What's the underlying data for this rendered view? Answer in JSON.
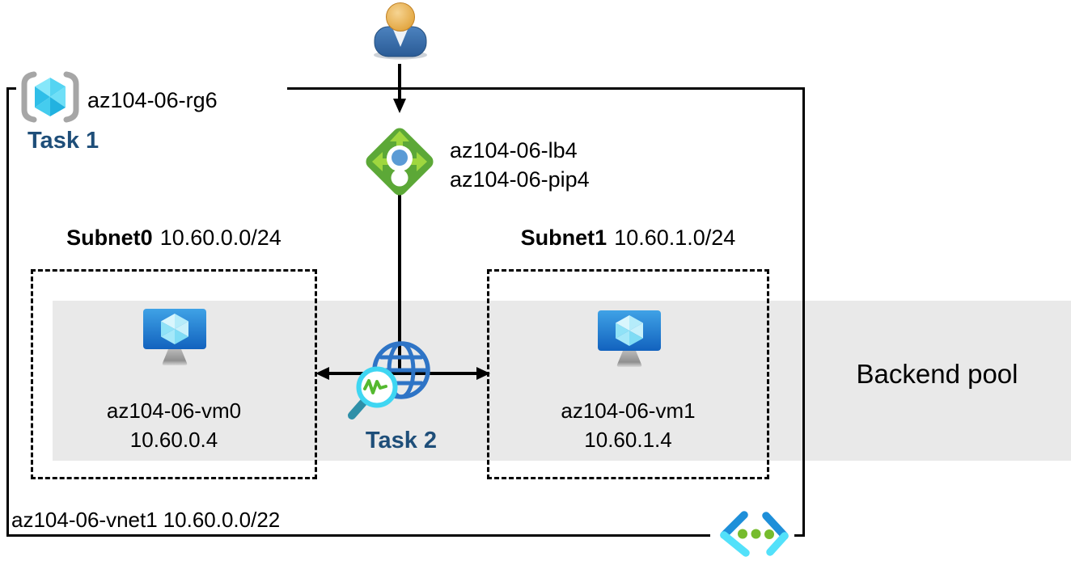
{
  "resource_group": {
    "name": "az104-06-rg6",
    "task_label": "Task 1"
  },
  "load_balancer": {
    "name": "az104-06-lb4",
    "public_ip": "az104-06-pip4"
  },
  "subnets": [
    {
      "name": "Subnet0",
      "cidr": "10.60.0.0/24",
      "vm_name": "az104-06-vm0",
      "vm_ip": "10.60.0.4"
    },
    {
      "name": "Subnet1",
      "cidr": "10.60.1.0/24",
      "vm_name": "az104-06-vm1",
      "vm_ip": "10.60.1.4"
    }
  ],
  "monitoring": {
    "task_label": "Task 2"
  },
  "backend_pool": {
    "label": "Backend pool"
  },
  "vnet": {
    "name": "az104-06-vnet1",
    "cidr": "10.60.0.0/22"
  },
  "icons": {
    "user": "user-icon",
    "resource_group": "resource-group-icon",
    "load_balancer": "load-balancer-icon",
    "virtual_machine": "virtual-machine-icon",
    "network_watcher": "globe-magnifier-icon",
    "virtual_network": "virtual-network-icon"
  },
  "colors": {
    "task_label": "#1E4E79",
    "backend_band": "#E9E9E9",
    "lb_green": "#5CA837",
    "lb_arrow_green": "#9FD73F",
    "globe_blue": "#2E74C6",
    "magnifier_cyan": "#3FD6F2",
    "zigzag_green": "#54B92F",
    "vnet_blue": "#1E8FD9",
    "vnet_cyan": "#53E1FA",
    "vnet_dot_green": "#76BC2D"
  }
}
